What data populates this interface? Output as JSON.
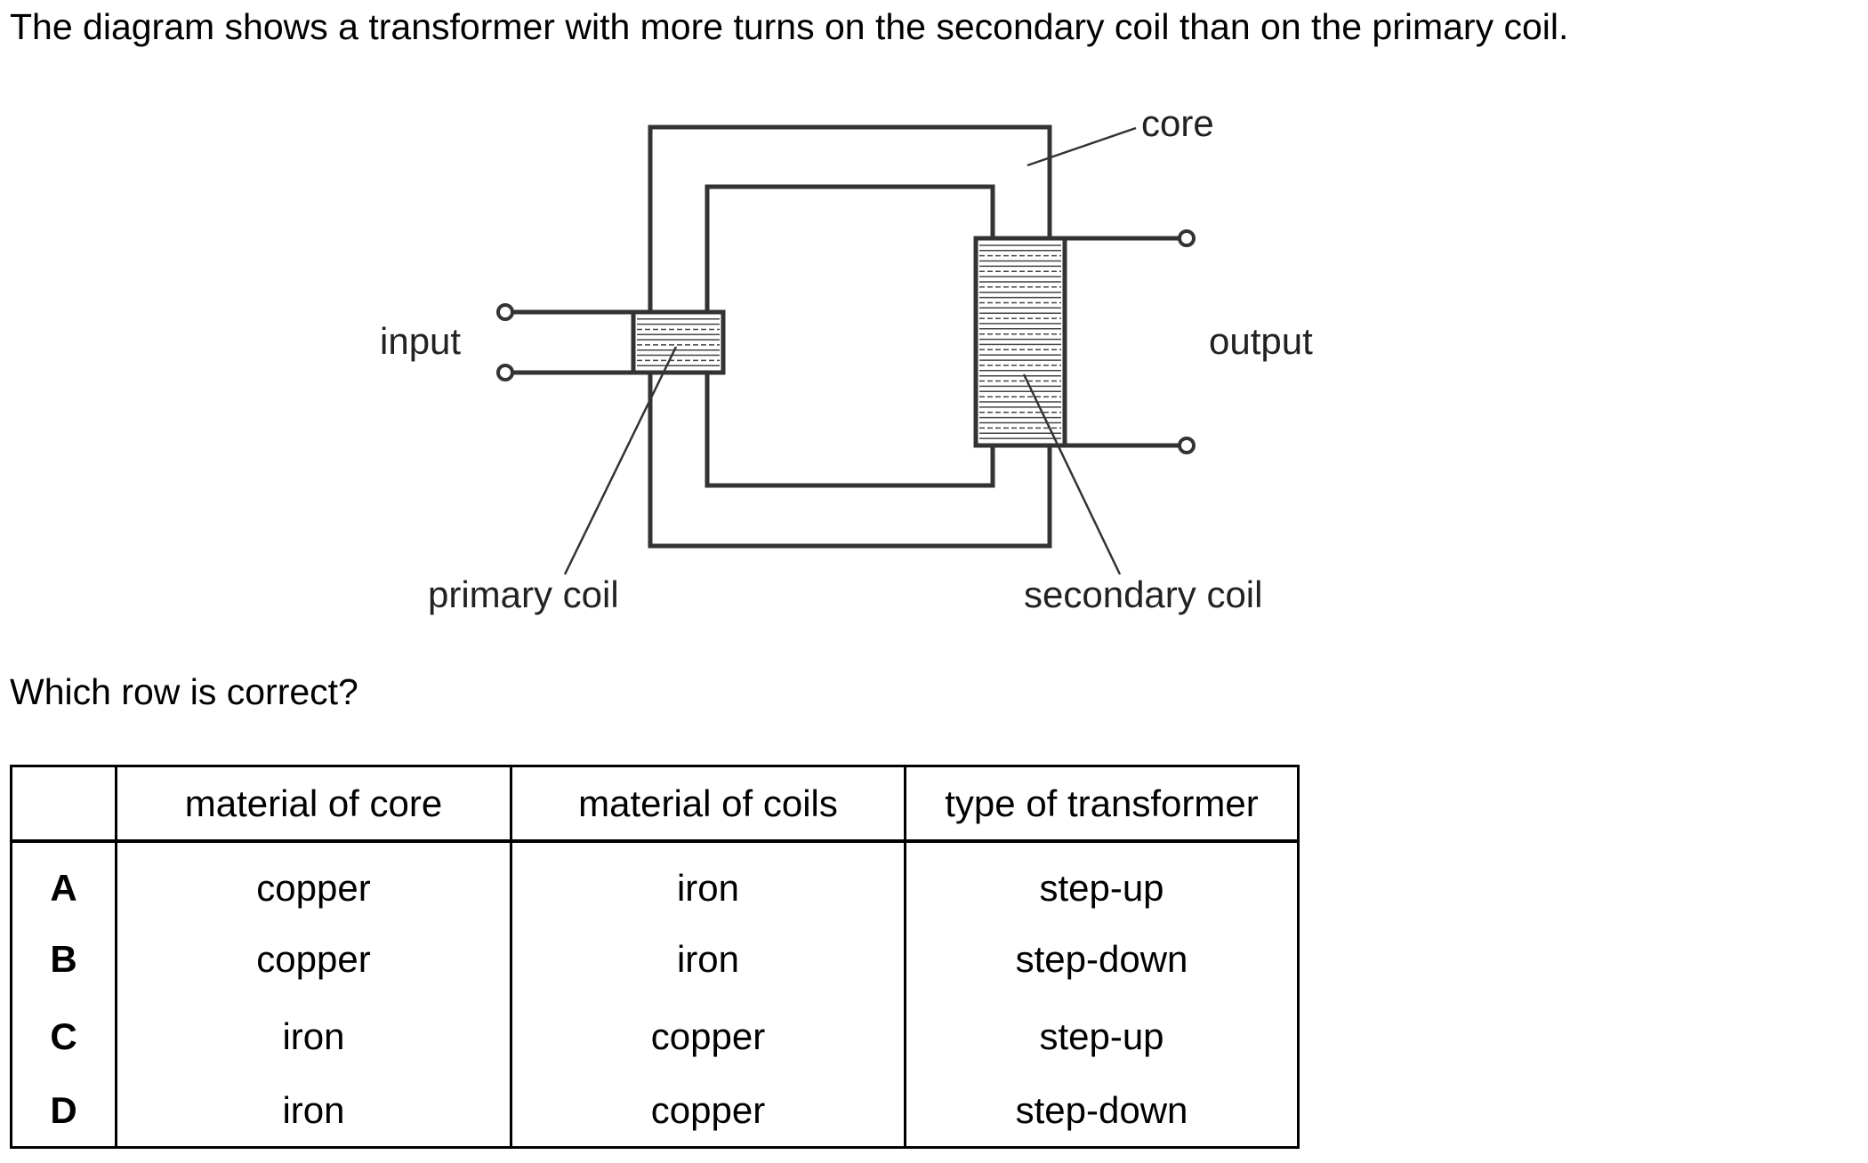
{
  "question": {
    "intro": "The diagram shows a transformer with more turns on the secondary coil than on the primary coil.",
    "prompt": "Which row is correct?"
  },
  "diagram": {
    "labels": {
      "core": "core",
      "input": "input",
      "output": "output",
      "primary_coil": "primary coil",
      "secondary_coil": "secondary coil"
    },
    "primary_turns_shown": 10,
    "secondary_turns_shown": 38
  },
  "table": {
    "headers": [
      "",
      "material of core",
      "material of coils",
      "type of transformer"
    ],
    "rows": [
      {
        "option": "A",
        "core": "copper",
        "coils": "iron",
        "type": "step-up"
      },
      {
        "option": "B",
        "core": "copper",
        "coils": "iron",
        "type": "step-down"
      },
      {
        "option": "C",
        "core": "iron",
        "coils": "copper",
        "type": "step-up"
      },
      {
        "option": "D",
        "core": "iron",
        "coils": "copper",
        "type": "step-down"
      }
    ]
  }
}
